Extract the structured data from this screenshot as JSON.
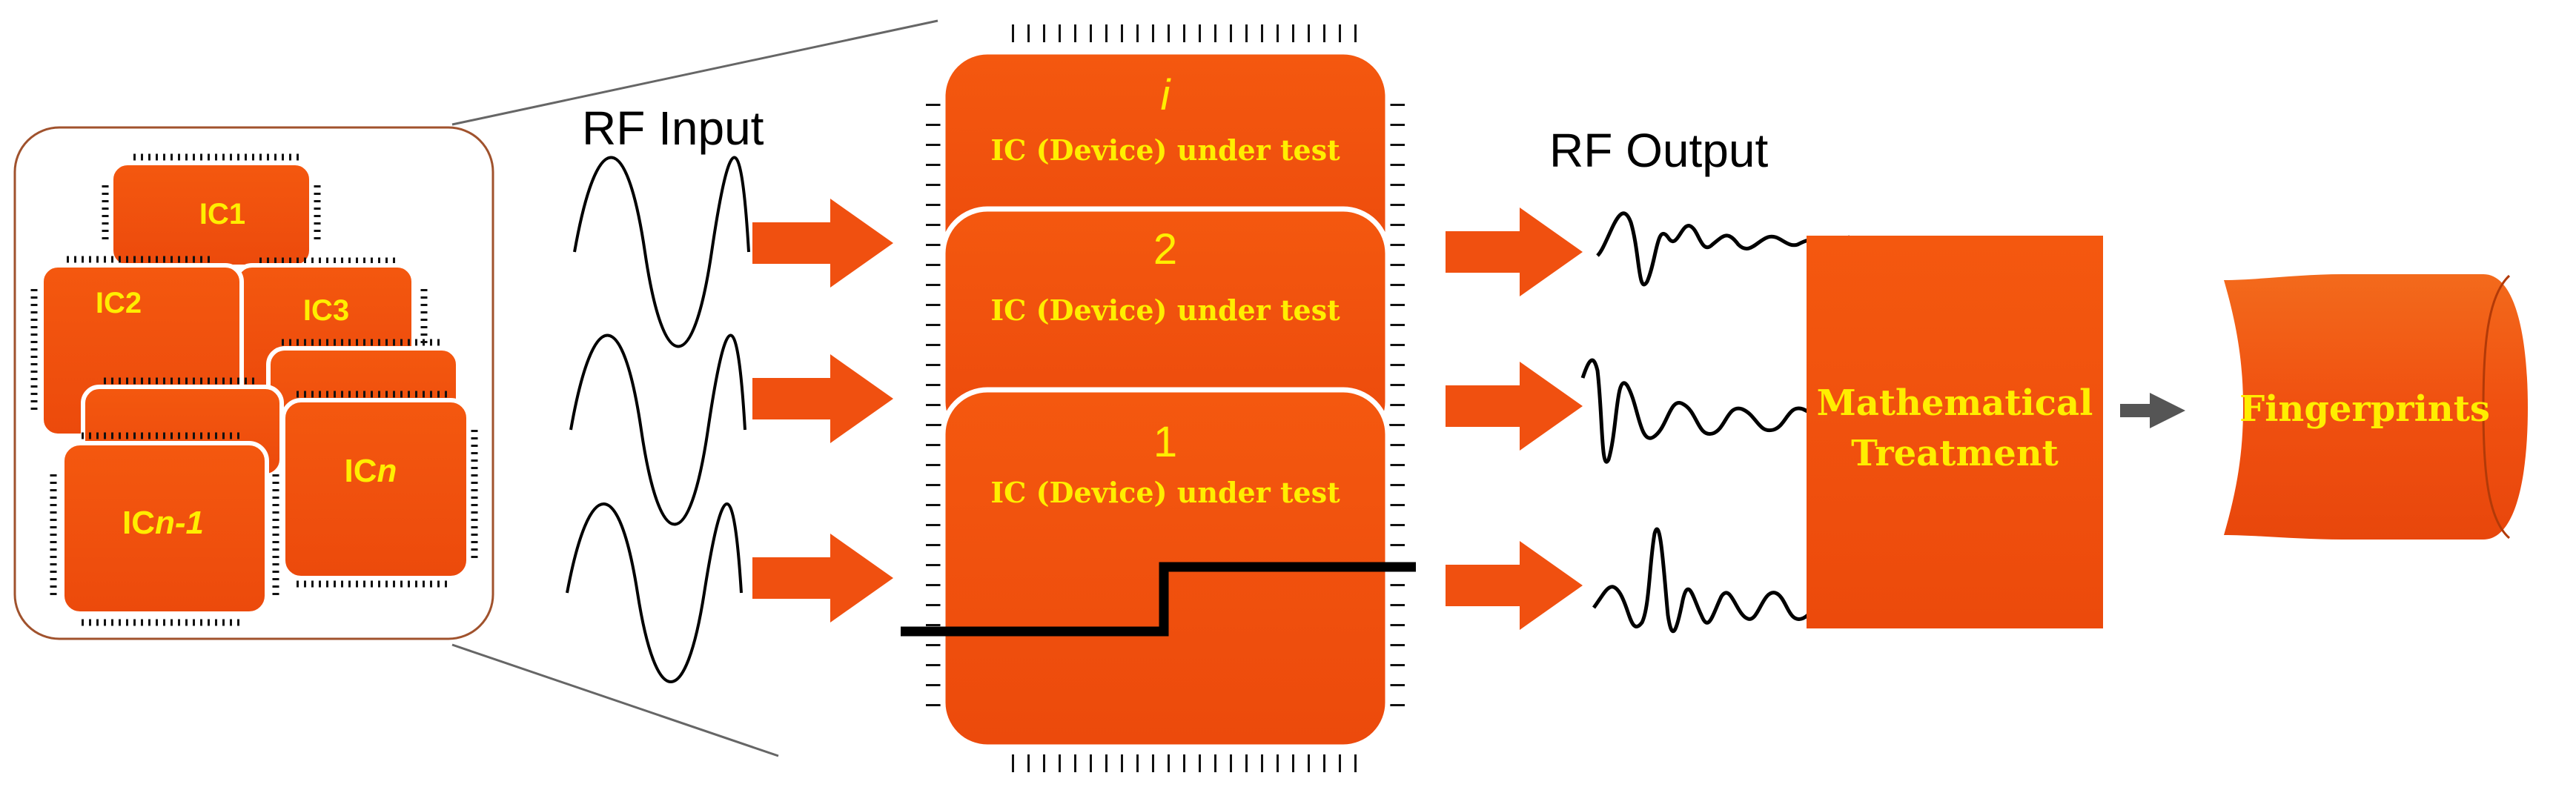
{
  "colors": {
    "chip_fill": "#f04e0e",
    "chip_border": "#ffffff",
    "label_yellow": "#ffee00",
    "group_border": "#a0522d",
    "pin": "#111111",
    "signal": "#000000"
  },
  "ic_group": {
    "chips": [
      {
        "label_prefix": "IC1",
        "label_italic": ""
      },
      {
        "label_prefix": "IC2",
        "label_italic": ""
      },
      {
        "label_prefix": "IC3",
        "label_italic": ""
      },
      {
        "label_prefix": "IC",
        "label_italic": "n"
      },
      {
        "label_prefix": "IC",
        "label_italic": "n-1"
      }
    ]
  },
  "rf_input": {
    "label": "RF Input"
  },
  "rf_output": {
    "label": "RF Output"
  },
  "dut_stack": [
    {
      "index": "i",
      "caption": "IC (Device) under test"
    },
    {
      "index": "2",
      "caption": "IC (Device) under test"
    },
    {
      "index": "1",
      "caption": "IC (Device) under test"
    }
  ],
  "math_box": {
    "line1": "Mathematical",
    "line2": "Treatment"
  },
  "fingerprints": {
    "label": "Fingerprints"
  }
}
